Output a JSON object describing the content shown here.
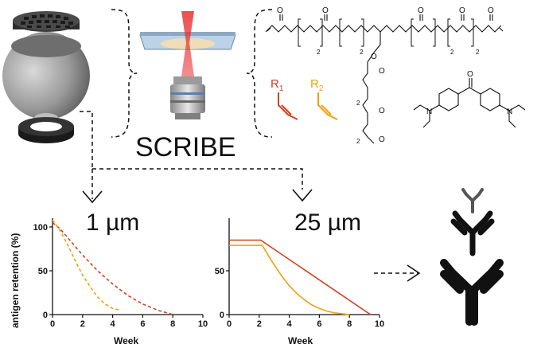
{
  "colors": {
    "red": "#cc4422",
    "orange": "#f0a010",
    "black": "#111111"
  },
  "schematic": {
    "scribe_label": "SCRIBE",
    "r1_label": "R",
    "r1_sub": "1",
    "r2_label": "R",
    "r2_sub": "2",
    "chem_O": "O",
    "chem_N": "N",
    "repeat_n": "2"
  },
  "chart_data": [
    {
      "type": "line",
      "title": "1 µm",
      "xlabel": "Week",
      "ylabel": "antigen retention (%)",
      "xlim": [
        0,
        10
      ],
      "ylim": [
        0,
        110
      ],
      "xticks": [
        "0",
        "2",
        "4",
        "6",
        "8",
        "10"
      ],
      "yticks": [
        "0",
        "50",
        "100"
      ],
      "line_style": "dashed",
      "series": [
        {
          "color": "#cc4422",
          "x": [
            0,
            0.5,
            1,
            2,
            3,
            4,
            5,
            6,
            7,
            8
          ],
          "y": [
            105,
            98,
            88,
            68,
            50,
            35,
            22,
            12,
            5,
            0
          ]
        },
        {
          "color": "#f0a010",
          "x": [
            0,
            0.5,
            1,
            1.5,
            2,
            2.5,
            3,
            3.5,
            4,
            4.5
          ],
          "y": [
            108,
            96,
            80,
            62,
            45,
            32,
            20,
            12,
            7,
            5
          ]
        }
      ]
    },
    {
      "type": "line",
      "title": "25 µm",
      "xlabel": "Week",
      "ylabel": "",
      "xlim": [
        0,
        10
      ],
      "ylim": [
        0,
        110
      ],
      "xticks": [
        "0",
        "2",
        "4",
        "6",
        "8",
        "10"
      ],
      "yticks": [
        "0",
        "50"
      ],
      "line_style": "solid",
      "series": [
        {
          "color": "#cc4422",
          "x": [
            0,
            2.1,
            9.4
          ],
          "y": [
            85,
            85,
            0
          ]
        },
        {
          "color": "#f0a010",
          "x": [
            0,
            2.2,
            2.8,
            3.5,
            4,
            4.5,
            5,
            5.5,
            6,
            6.5,
            7,
            7.5,
            8
          ],
          "y": [
            79,
            79,
            62,
            44,
            33,
            24,
            17,
            11,
            7,
            4,
            2,
            1,
            0
          ]
        }
      ]
    }
  ]
}
